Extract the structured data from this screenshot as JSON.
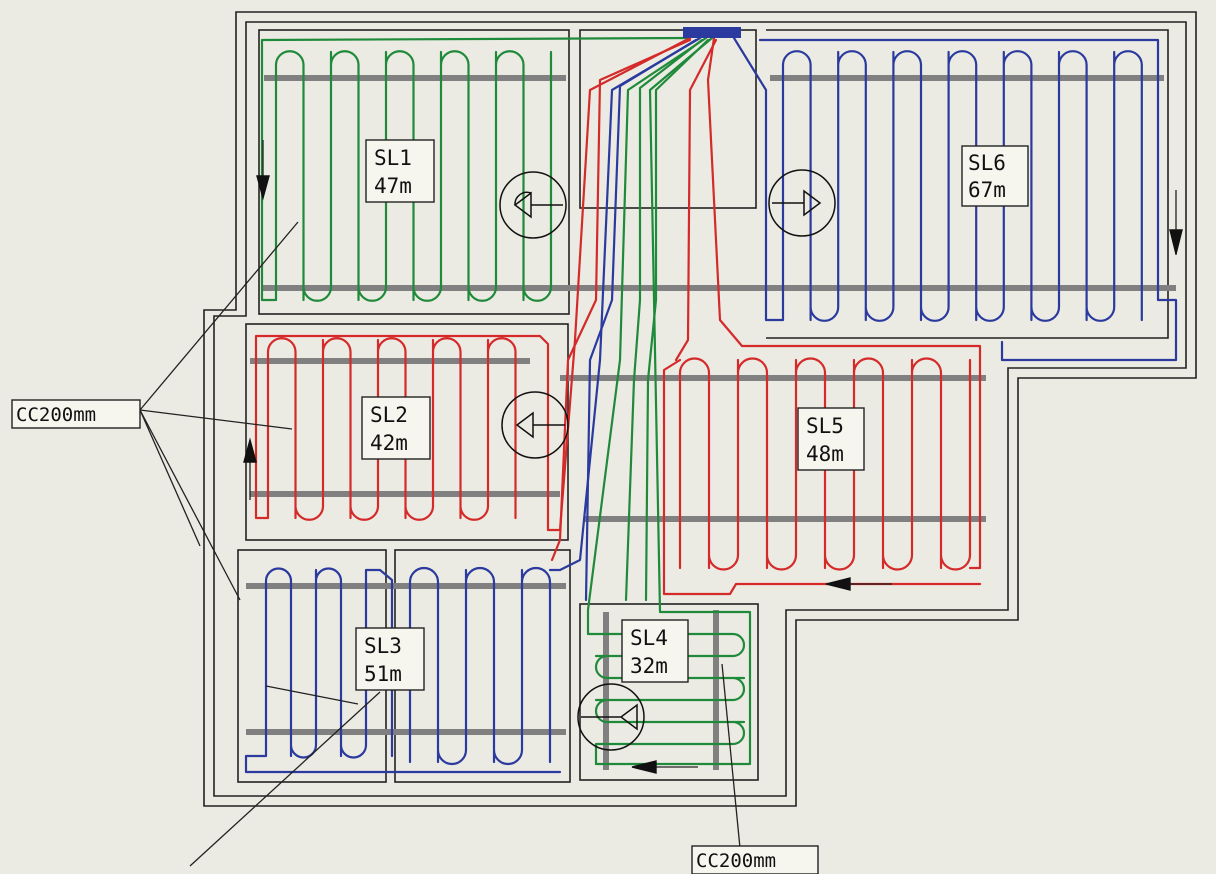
{
  "loops": [
    {
      "id": "SL1",
      "name": "SL1",
      "length": "47m",
      "color": "#1f8a3a"
    },
    {
      "id": "SL2",
      "name": "SL2",
      "length": "42m",
      "color": "#d42a2a"
    },
    {
      "id": "SL3",
      "name": "SL3",
      "length": "51m",
      "color": "#2a3a9e"
    },
    {
      "id": "SL4",
      "name": "SL4",
      "length": "32m",
      "color": "#1f8a3a"
    },
    {
      "id": "SL5",
      "name": "SL5",
      "length": "48m",
      "color": "#d42a2a"
    },
    {
      "id": "SL6",
      "name": "SL6",
      "length": "67m",
      "color": "#2a3a9e"
    }
  ],
  "notes": {
    "spacing_left": "CC200mm",
    "spacing_bottom": "CC200mm"
  },
  "colors": {
    "green": "#1f8a3a",
    "red": "#d42a2a",
    "blue": "#2a3a9e",
    "manifold": "#2a3a9e",
    "rail": "#808080",
    "paper": "#ecebe3"
  }
}
